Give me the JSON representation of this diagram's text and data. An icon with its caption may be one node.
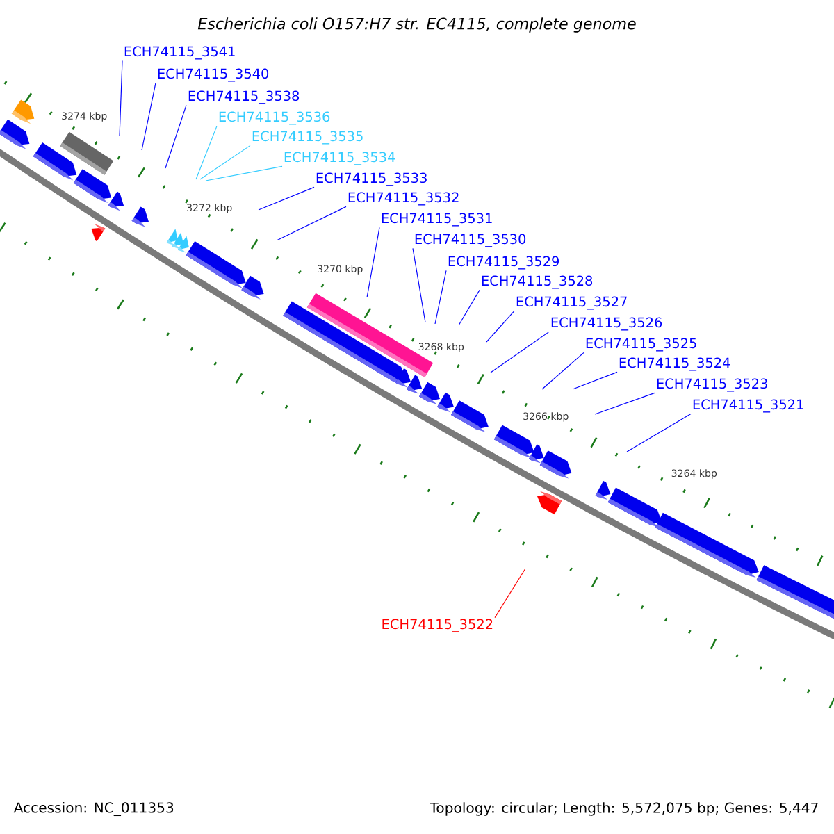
{
  "diagram": {
    "title": "Escherichia coli O157:H7 str. EC4115, complete genome",
    "nodes": [
      {
        "text": [
          "ECH74115_3541"
        ]
      },
      {
        "text": [
          "ECH74115_3540"
        ]
      },
      {
        "text": [
          "ECH74115_3538"
        ]
      },
      {
        "text": [
          "ECH74115_3536"
        ]
      },
      {
        "text": [
          "ECH74115_3535"
        ]
      },
      {
        "text": [
          "ECH74115_3534"
        ]
      },
      {
        "text": [
          "ECH74115_3533"
        ]
      },
      {
        "text": [
          "ECH74115_3532"
        ]
      },
      {
        "text": [
          "ECH74115_3531"
        ]
      },
      {
        "text": [
          "ECH74115_3530"
        ]
      },
      {
        "text": [
          "ECH74115_3529"
        ]
      },
      {
        "text": [
          "ECH74115_3528"
        ]
      },
      {
        "text": [
          "ECH74115_3527"
        ]
      },
      {
        "text": [
          "ECH74115_3526"
        ]
      },
      {
        "text": [
          "ECH74115_3525"
        ]
      },
      {
        "text": [
          "ECH74115_3524"
        ]
      },
      {
        "text": [
          "ECH74115_3523"
        ]
      },
      {
        "text": [
          "ECH74115_3521"
        ]
      },
      {
        "text": [
          "ECH74115_3522"
        ]
      }
    ],
    "edges": [
      {
        "from": 0,
        "to": null,
        "arrow": "none"
      },
      {
        "from": 1,
        "to": null,
        "arrow": "none"
      },
      {
        "from": 2,
        "to": null,
        "arrow": "none"
      },
      {
        "from": 3,
        "to": null,
        "arrow": "none",
        "color": "#33ccff"
      },
      {
        "from": 4,
        "to": null,
        "arrow": "none",
        "color": "#33ccff"
      },
      {
        "from": 5,
        "to": null,
        "arrow": "none",
        "color": "#33ccff"
      },
      {
        "from": 6,
        "to": null,
        "arrow": "none"
      },
      {
        "from": 7,
        "to": null,
        "arrow": "none"
      },
      {
        "from": 8,
        "to": null,
        "arrow": "none"
      },
      {
        "from": 9,
        "to": null,
        "arrow": "none"
      },
      {
        "from": 10,
        "to": null,
        "arrow": "none"
      },
      {
        "from": 11,
        "to": null,
        "arrow": "none"
      },
      {
        "from": 12,
        "to": null,
        "arrow": "none"
      },
      {
        "from": 13,
        "to": null,
        "arrow": "none"
      },
      {
        "from": 14,
        "to": null,
        "arrow": "none"
      },
      {
        "from": 15,
        "to": null,
        "arrow": "none"
      },
      {
        "from": 16,
        "to": null,
        "arrow": "none"
      },
      {
        "from": 17,
        "to": null,
        "arrow": "none"
      },
      {
        "from": 18,
        "to": null,
        "arrow": "none",
        "color": "#ff0000"
      }
    ],
    "labels": [
      "3274 kbp",
      "3272 kbp",
      "3270 kbp",
      "3268 kbp",
      "3266 kbp",
      "3264 kbp",
      "Accession: NC_011353",
      "Topology: circular; Length: 5,572,075 bp; Genes: 5,447"
    ]
  }
}
